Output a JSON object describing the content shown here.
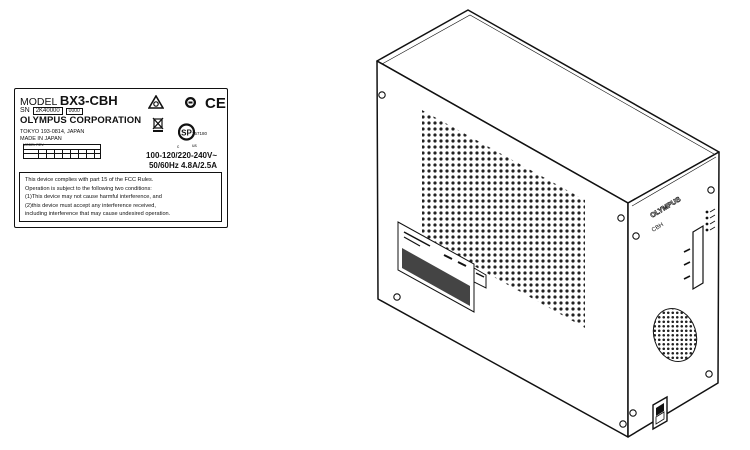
{
  "label": {
    "model_prefix": "MODEL",
    "model": "BX3-CBH",
    "sn_prefix": "SN",
    "sn_value": "2K40000",
    "sn_extra": "0000",
    "manufacturer": "OLYMPUS CORPORATION",
    "address": "TOKYO 193-0814, JAPAN",
    "origin": "MADE IN JAPAN",
    "grid_header": "MODEL  REV.",
    "rating_voltage": "100-120/220-240V~",
    "rating_freq": "50/60Hz  4.8A/2.5A",
    "csa_number": "257180",
    "csa_c": "c",
    "csa_us": "us",
    "ce_mark": "CE",
    "fcc_lines": [
      "This device complies with part 15 of the FCC Rules.",
      "Operation is subject to the following two conditions:",
      "(1)This device may not cause harmful interference, and",
      "(2)this device must accept any interference received,",
      "including interference that may cause undesired operation."
    ]
  },
  "device": {
    "brand": "OLYMPUS",
    "model_short": "CBH"
  },
  "icons": [
    "warning-triangle-icon",
    "circle-mark-icon",
    "ce-mark-icon",
    "crossed-bin-icon",
    "csa-mark-icon",
    "power-switch-icon",
    "fan-grille-icon"
  ]
}
